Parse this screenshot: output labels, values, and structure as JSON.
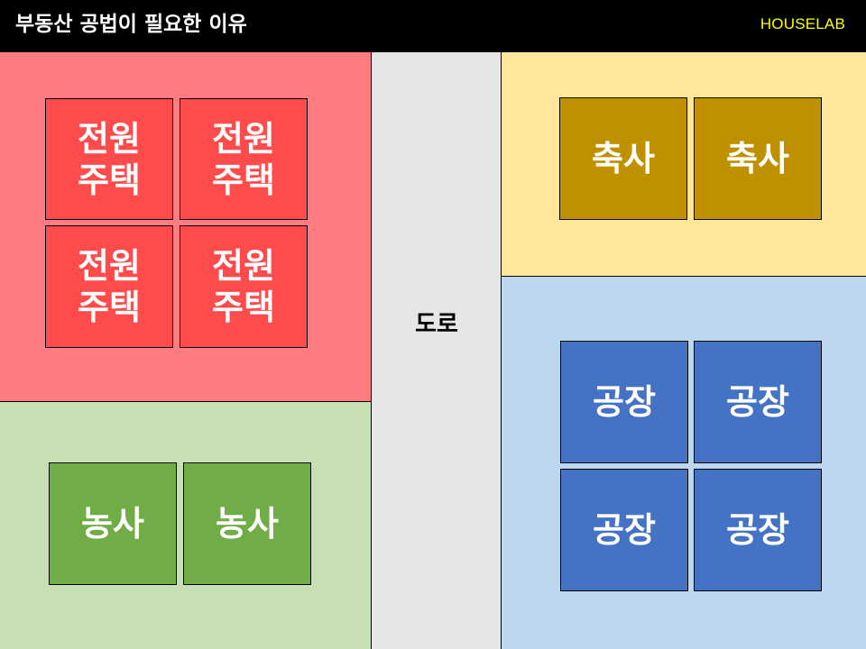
{
  "header": {
    "title": "부동산 공법이 필요한 이유",
    "brand": "HOUSELAB"
  },
  "colors": {
    "header_bg": "#000000",
    "brand": "#ffff00",
    "residential_zone": "#ff7c80",
    "residential_box": "#ff4b4b",
    "farm_zone": "#c6e0b4",
    "farm_box": "#70ad47",
    "road": "#e6e6e6",
    "livestock_zone": "#ffe699",
    "livestock_box": "#bf9000",
    "factory_zone": "#bdd7ee",
    "factory_box": "#4472c4"
  },
  "road": {
    "label": "도로"
  },
  "residential": {
    "items": [
      "전원\n주택",
      "전원\n주택",
      "전원\n주택",
      "전원\n주택"
    ]
  },
  "farm": {
    "items": [
      "농사",
      "농사"
    ]
  },
  "livestock": {
    "items": [
      "축사",
      "축사"
    ]
  },
  "factory": {
    "items": [
      "공장",
      "공장",
      "공장",
      "공장"
    ]
  }
}
